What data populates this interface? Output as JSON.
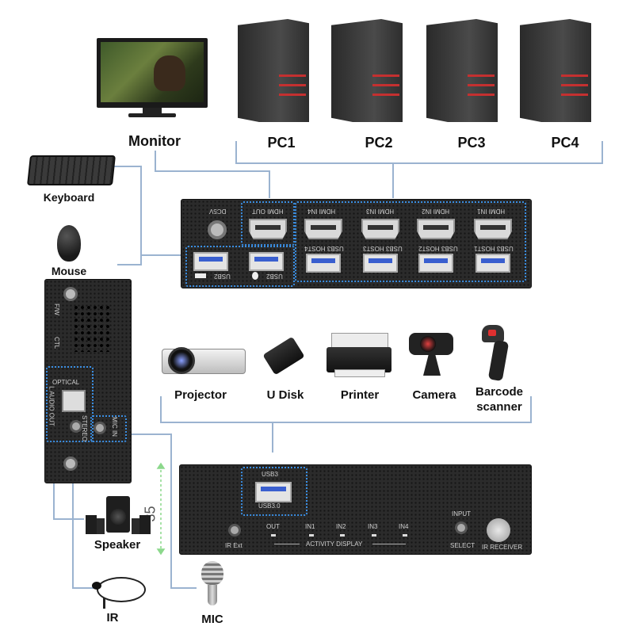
{
  "labels": {
    "monitor": "Monitor",
    "pc1": "PC1",
    "pc2": "PC2",
    "pc3": "PC3",
    "pc4": "PC4",
    "keyboard": "Keyboard",
    "mouse": "Mouse",
    "projector": "Projector",
    "udisk": "U Disk",
    "printer": "Printer",
    "camera": "Camera",
    "barcode_line1": "Barcode",
    "barcode_line2": "scanner",
    "speaker": "Speaker",
    "ir": "IR",
    "mic": "MIC",
    "dimension": "35"
  },
  "rear_panel": {
    "dc": "DC5V",
    "hdmi_out": "HDMI OUT",
    "hdmi_in": [
      "HDMI IN4",
      "HDMI IN3",
      "HDMI IN2",
      "HDMI IN1"
    ],
    "usb_hosts": [
      "USB3 HOST4",
      "USB3 HOST3",
      "USB3 HOST2",
      "USB3 HOST1"
    ],
    "usb_front": [
      "USB2",
      "USB2"
    ]
  },
  "side_panel": {
    "fw": "F/W",
    "ctl": "CTL",
    "optical": "OPTICAL",
    "l_audio_out": "L AUDIO OUT",
    "stereo": "STEREO",
    "mic_in": "MIC IN"
  },
  "front_panel": {
    "usb3_top": "USB3",
    "usb3_bottom": "USB3.0",
    "out": "OUT",
    "in": [
      "IN1",
      "IN2",
      "IN3",
      "IN4"
    ],
    "activity": "ACTIVITY DISPLAY",
    "input": "INPUT",
    "select": "SELECT",
    "ir_ext": "IR Ext",
    "ir_receiver": "IR RECEIVER"
  },
  "colors": {
    "dotted_frame": "#3a8de0",
    "connector_line": "#9bb3d0",
    "panel": "#2b2b2b"
  }
}
